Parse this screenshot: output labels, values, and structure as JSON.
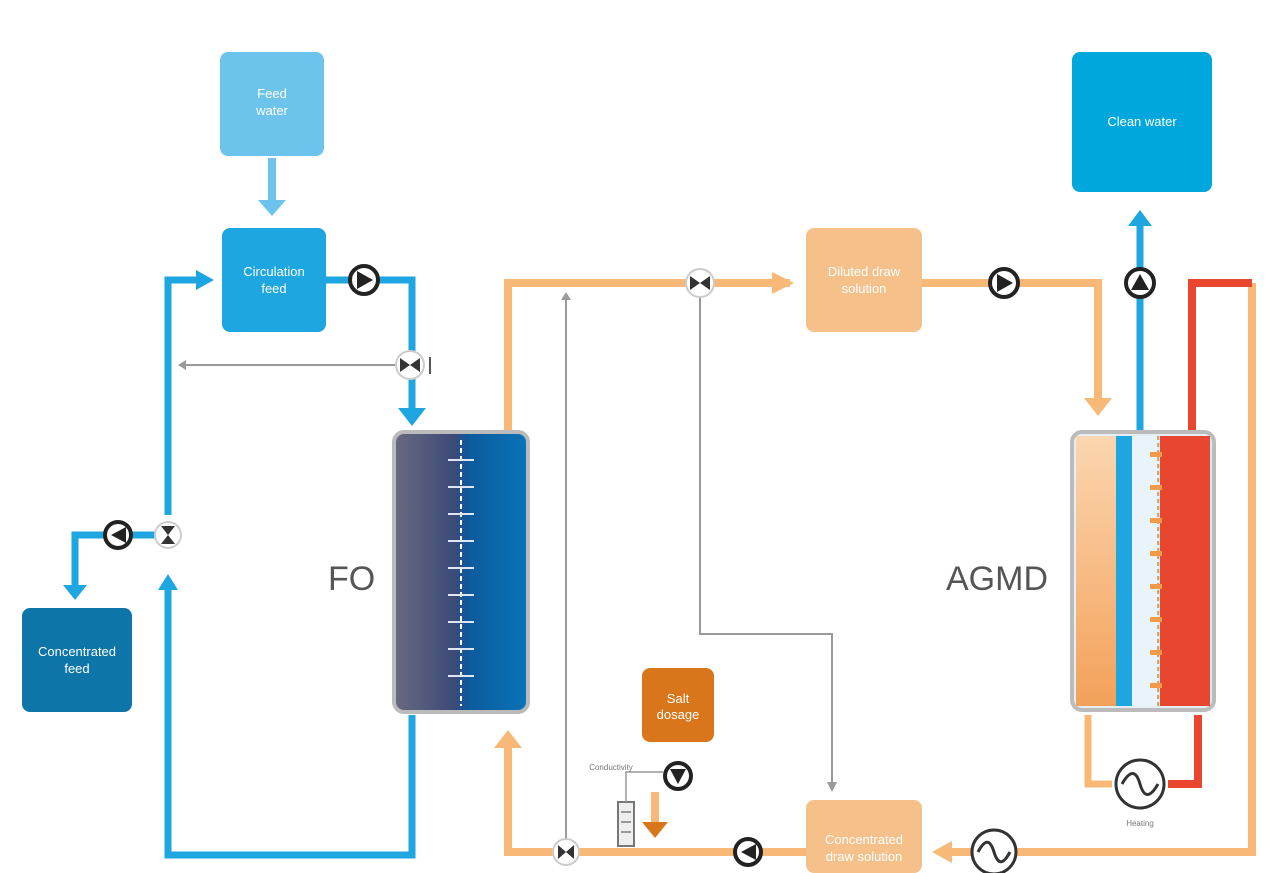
{
  "diagram": {
    "boxes": {
      "feed_water": [
        "Feed",
        "water"
      ],
      "circulation_feed": [
        "Circulation",
        "feed"
      ],
      "concentrated_feed": [
        "Concentrated",
        "feed"
      ],
      "diluted_draw": [
        "Diluted draw",
        "solution"
      ],
      "clean_water": [
        "Clean water"
      ],
      "salt_dosage": [
        "Salt",
        "dosage"
      ],
      "concentrated_draw": [
        "Concentrated",
        "draw solution"
      ]
    },
    "labels": {
      "fo": "FO",
      "agmd": "AGMD",
      "heating": "Heating",
      "conductivity": "Conductivity"
    },
    "colors": {
      "feed_blue": "#1ea6e0",
      "light_blue": "#6cc4ec",
      "dark_blue": "#0d75a8",
      "draw_orange": "#f8b878",
      "box_orange": "#f6c08a",
      "salt_orange": "#d9761c",
      "hot_red": "#e8462e",
      "control_grey": "#9a9a9a"
    }
  }
}
